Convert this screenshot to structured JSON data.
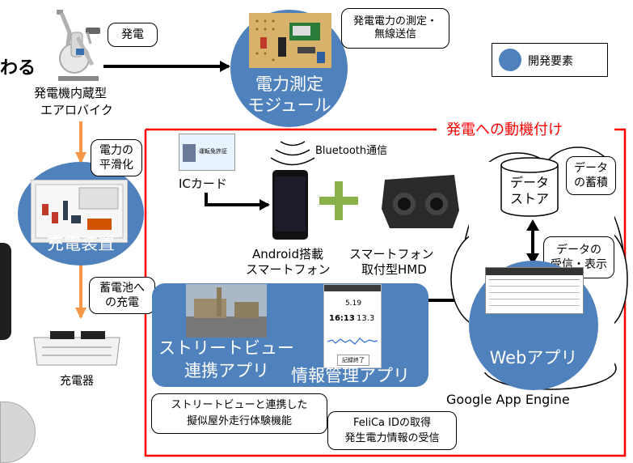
{
  "colors": {
    "blue": "#4f81bd",
    "red": "#ff0000",
    "orange": "#f79646",
    "green": "#8ab049"
  },
  "top_left": {
    "partial_text": "わる",
    "bike_caption_1": "発電機内蔵型",
    "bike_caption_2": "エアロバイク",
    "generation_callout": "発電"
  },
  "power_module": {
    "line1": "電力測定",
    "line2": "モジュール",
    "callout": "発電電力の測定・\n無線送信"
  },
  "legend": {
    "label": "開発要素"
  },
  "motivation": {
    "title": "発電への動機付け"
  },
  "charging": {
    "smoothing_callout": "電力の\n平滑化",
    "device_label": "充電装置",
    "battery_callout": "蓄電池へ\nの充電",
    "charger_caption": "充電器"
  },
  "phone_area": {
    "bluetooth": "Bluetooth通信",
    "ic_card": "ICカード",
    "android_1": "Android搭載",
    "android_2": "スマートフォン",
    "hmd_1": "スマートフォン",
    "hmd_2": "取付型HMD",
    "id_card_name": "運転免許証"
  },
  "apps": {
    "street_1": "ストリートビュー",
    "street_2": "連携アプリ",
    "info": "情報管理アプリ",
    "street_callout": "ストリートビューと連携した\n擬似屋外走行体験機能",
    "felica_callout": "FeliCa IDの取得\n発生電力情報の受信",
    "screen_time": "16:13",
    "screen_value": "13.3",
    "screen_speed": "5.19",
    "screen_button": "記録終了"
  },
  "cloud": {
    "store": "データ\nストア",
    "accumulate_callout": "データ\nの蓄積",
    "receive_callout": "データの\n受信・表示",
    "webapp": "Webアプリ",
    "platform": "Google App Engine"
  }
}
